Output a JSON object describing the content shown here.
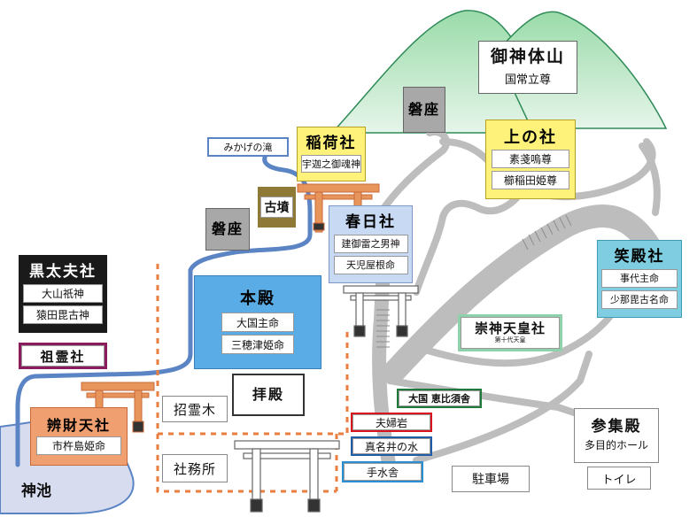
{
  "colors": {
    "mountain": "#93d6a3",
    "path": "#bdbdbd",
    "water": "#5b84c4",
    "torii": "#e8955c",
    "fence": "#ea7e3e",
    "pond": "#d7dcef"
  },
  "mountain": {
    "name": "御神体山",
    "deity": "国常立尊"
  },
  "iwakura_top": "磐座",
  "iwakura_left": "磐座",
  "waterfall": "みかげの滝",
  "kofun": "古墳",
  "inari": {
    "name": "稲荷社",
    "deity": "宇迦之御魂神"
  },
  "kami_no_yashiro": {
    "name": "上の社",
    "deities": [
      "素戔嗚尊",
      "櫛稲田姫尊"
    ]
  },
  "kasuga": {
    "name": "春日社",
    "deities": [
      "建御雷之男神",
      "天児屋根命"
    ]
  },
  "kurodayu": {
    "name": "黒太夫社",
    "deities": [
      "大山祇神",
      "猿田毘古神"
    ]
  },
  "sorei": "祖霊社",
  "honden": {
    "name": "本殿",
    "deities": [
      "大国主命",
      "三穂津姫命"
    ]
  },
  "haiden": "拝殿",
  "shoreiboku": "招霊木",
  "shamusho": "社務所",
  "sujin": {
    "name": "崇神天皇社",
    "note": "第十代天皇"
  },
  "emisha": {
    "name": "笑殿社",
    "deities": [
      "事代主命",
      "少那毘古名命"
    ]
  },
  "daikoku": "大国 恵比須舎",
  "meotoiwa": "夫婦岩",
  "manai": "真名井の水",
  "temizusha": "手水舎",
  "benzaiten": {
    "name": "辨財天社",
    "deity": "市杵島姫命"
  },
  "pond": "神池",
  "parking": "駐車場",
  "sanshuden": {
    "name": "参集殿",
    "sub": "多目的ホール"
  },
  "toilet": "トイレ"
}
